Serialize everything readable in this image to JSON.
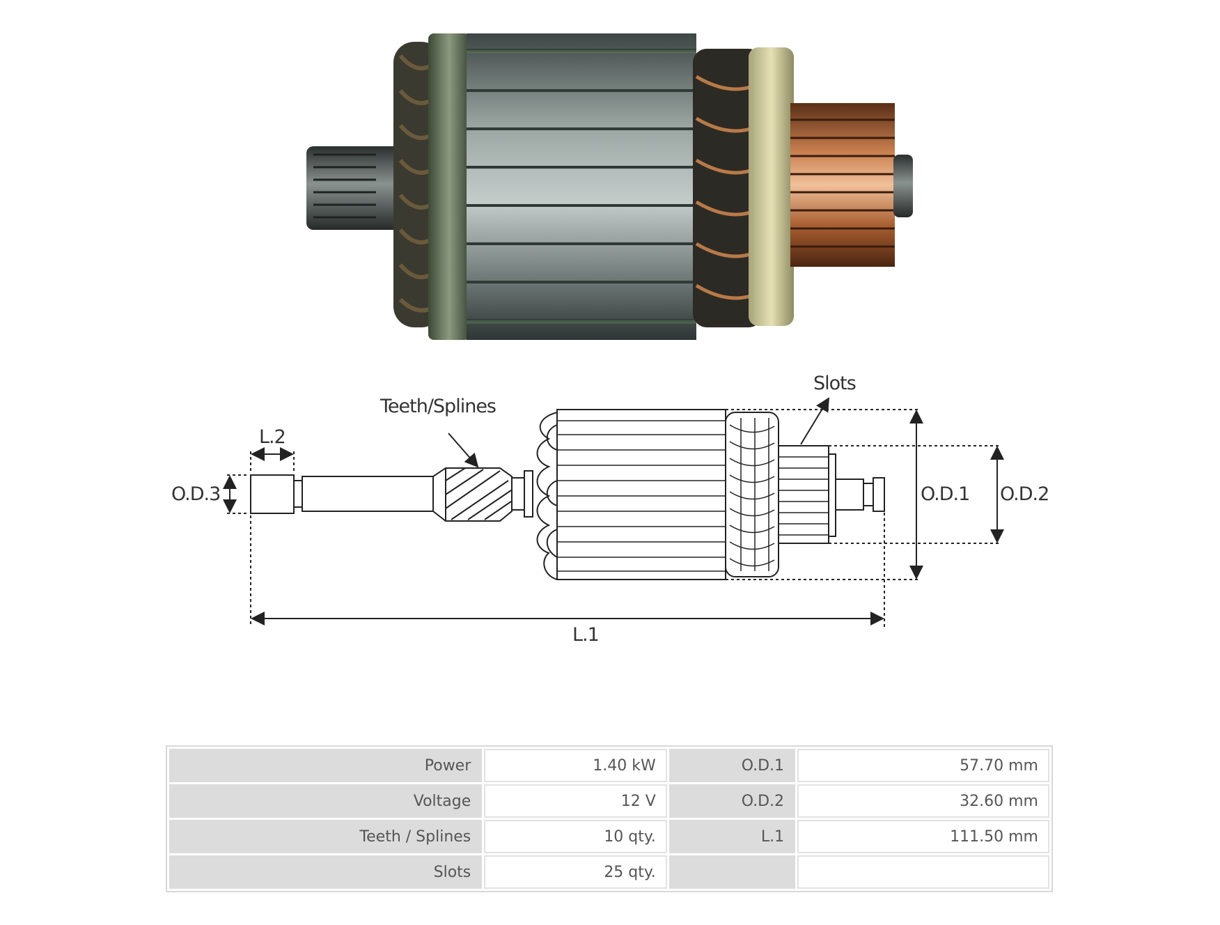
{
  "diagram": {
    "labels": {
      "slots": "Slots",
      "teeth_splines": "Teeth/Splines",
      "l2": "L.2",
      "od3": "O.D.3",
      "od1": "O.D.1",
      "od2": "O.D.2",
      "l1": "L.1"
    }
  },
  "specs": {
    "rows": [
      {
        "label1": "Power",
        "value1": "1.40 kW",
        "label2": "O.D.1",
        "value2": "57.70 mm"
      },
      {
        "label1": "Voltage",
        "value1": "12 V",
        "label2": "O.D.2",
        "value2": "32.60 mm"
      },
      {
        "label1": "Teeth / Splines",
        "value1": "10 qty.",
        "label2": "L.1",
        "value2": "111.50 mm"
      },
      {
        "label1": "Slots",
        "value1": "25 qty.",
        "label2": "",
        "value2": ""
      }
    ]
  },
  "colors": {
    "copper": "#b06a3a",
    "steel": "#7d8a88",
    "insulator": "#d6d0a0"
  }
}
